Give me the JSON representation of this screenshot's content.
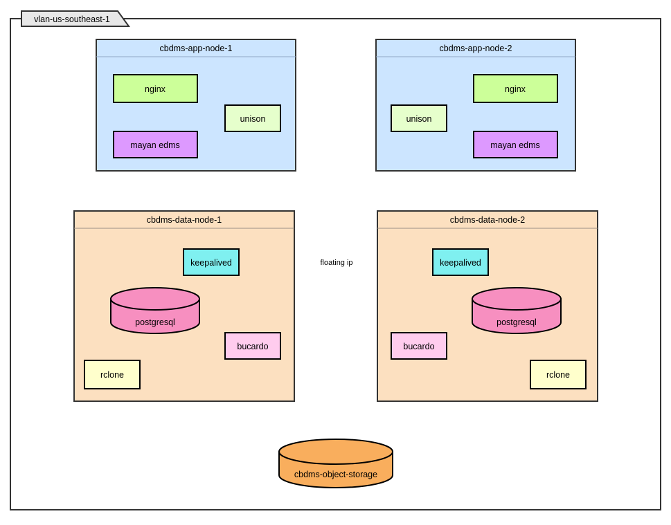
{
  "diagram": {
    "title": "vlan-us-southeast-1",
    "colors": {
      "app_node_fill": "#cce5ff",
      "data_node_fill": "#fce0c0",
      "nginx_fill": "#ccff99",
      "unison_fill": "#e6ffcc",
      "mayan_fill": "#dd99ff",
      "keepalived_fill": "#7ff0f0",
      "postgresql_fill": "#f78fc0",
      "bucardo_fill": "#ffccee",
      "rclone_fill": "#ffffcc",
      "object_storage_fill": "#f9ae5d",
      "frame_fill": "#ffffff",
      "tab_fill": "#e8e8e8",
      "stroke": "#000000"
    },
    "groups": [
      {
        "id": "app1",
        "label": "cbdms-app-node-1",
        "kind": "app"
      },
      {
        "id": "app2",
        "label": "cbdms-app-node-2",
        "kind": "app"
      },
      {
        "id": "data1",
        "label": "cbdms-data-node-1",
        "kind": "data"
      },
      {
        "id": "data2",
        "label": "cbdms-data-node-2",
        "kind": "data"
      }
    ],
    "nodes": [
      {
        "id": "nginx1",
        "label": "nginx",
        "shape": "rect",
        "group": "app1"
      },
      {
        "id": "unison1",
        "label": "unison",
        "shape": "rect",
        "group": "app1"
      },
      {
        "id": "mayan1",
        "label": "mayan edms",
        "shape": "rect",
        "group": "app1"
      },
      {
        "id": "nginx2",
        "label": "nginx",
        "shape": "rect",
        "group": "app2"
      },
      {
        "id": "unison2",
        "label": "unison",
        "shape": "rect",
        "group": "app2"
      },
      {
        "id": "mayan2",
        "label": "mayan edms",
        "shape": "rect",
        "group": "app2"
      },
      {
        "id": "keepalived1",
        "label": "keepalived",
        "shape": "rect",
        "group": "data1"
      },
      {
        "id": "postgresql1",
        "label": "postgresql",
        "shape": "cylinder",
        "group": "data1"
      },
      {
        "id": "bucardo1",
        "label": "bucardo",
        "shape": "rect",
        "group": "data1"
      },
      {
        "id": "rclone1",
        "label": "rclone",
        "shape": "rect",
        "group": "data1"
      },
      {
        "id": "keepalived2",
        "label": "keepalived",
        "shape": "rect",
        "group": "data2"
      },
      {
        "id": "postgresql2",
        "label": "postgresql",
        "shape": "cylinder",
        "group": "data2"
      },
      {
        "id": "bucardo2",
        "label": "bucardo",
        "shape": "rect",
        "group": "data2"
      },
      {
        "id": "rclone2",
        "label": "rclone",
        "shape": "rect",
        "group": "data2"
      },
      {
        "id": "objectstorage",
        "label": "cbdms-object-storage",
        "shape": "cylinder",
        "group": null
      }
    ],
    "edges": [
      {
        "from": "nginx1",
        "to": "mayan1",
        "style": "solid",
        "label": ""
      },
      {
        "from": "nginx1",
        "to": "unison1",
        "style": "dashed",
        "label": ""
      },
      {
        "from": "unison1",
        "to": "unison2",
        "style": "solid",
        "label": ""
      },
      {
        "from": "nginx2",
        "to": "mayan2",
        "style": "solid",
        "label": ""
      },
      {
        "from": "nginx2",
        "to": "unison2",
        "style": "dashed",
        "label": ""
      },
      {
        "from": "mayan1",
        "to": "keepalived1",
        "style": "solid",
        "label": ""
      },
      {
        "from": "mayan1",
        "to": "keepalived2",
        "style": "solid",
        "label": ""
      },
      {
        "from": "mayan2",
        "to": "keepalived2",
        "style": "solid",
        "label": ""
      },
      {
        "from": "mayan2",
        "to": "keepalived1",
        "style": "solid",
        "label": ""
      },
      {
        "from": "keepalived1",
        "to": "keepalived2",
        "style": "dashed",
        "label": "floating ip"
      },
      {
        "from": "keepalived1",
        "to": "postgresql1",
        "style": "solid",
        "label": ""
      },
      {
        "from": "keepalived2",
        "to": "postgresql2",
        "style": "solid",
        "label": ""
      },
      {
        "from": "postgresql1",
        "to": "bucardo1",
        "style": "dashed",
        "label": ""
      },
      {
        "from": "postgresql2",
        "to": "bucardo2",
        "style": "dashed",
        "label": ""
      },
      {
        "from": "bucardo1",
        "to": "bucardo2",
        "style": "solid",
        "label": ""
      },
      {
        "from": "postgresql1",
        "to": "rclone1",
        "style": "solid-arrow",
        "label": ""
      },
      {
        "from": "postgresql2",
        "to": "rclone2",
        "style": "solid-arrow",
        "label": ""
      },
      {
        "from": "rclone1",
        "to": "objectstorage",
        "style": "solid-arrow",
        "label": ""
      },
      {
        "from": "rclone2",
        "to": "objectstorage",
        "style": "solid-arrow",
        "label": ""
      },
      {
        "from": "mayan1",
        "to": "objectstorage",
        "style": "solid-arrow",
        "label": ""
      },
      {
        "from": "mayan2",
        "to": "objectstorage",
        "style": "solid-arrow",
        "label": ""
      }
    ],
    "edge_labels": {
      "floating_ip": "floating ip"
    }
  }
}
